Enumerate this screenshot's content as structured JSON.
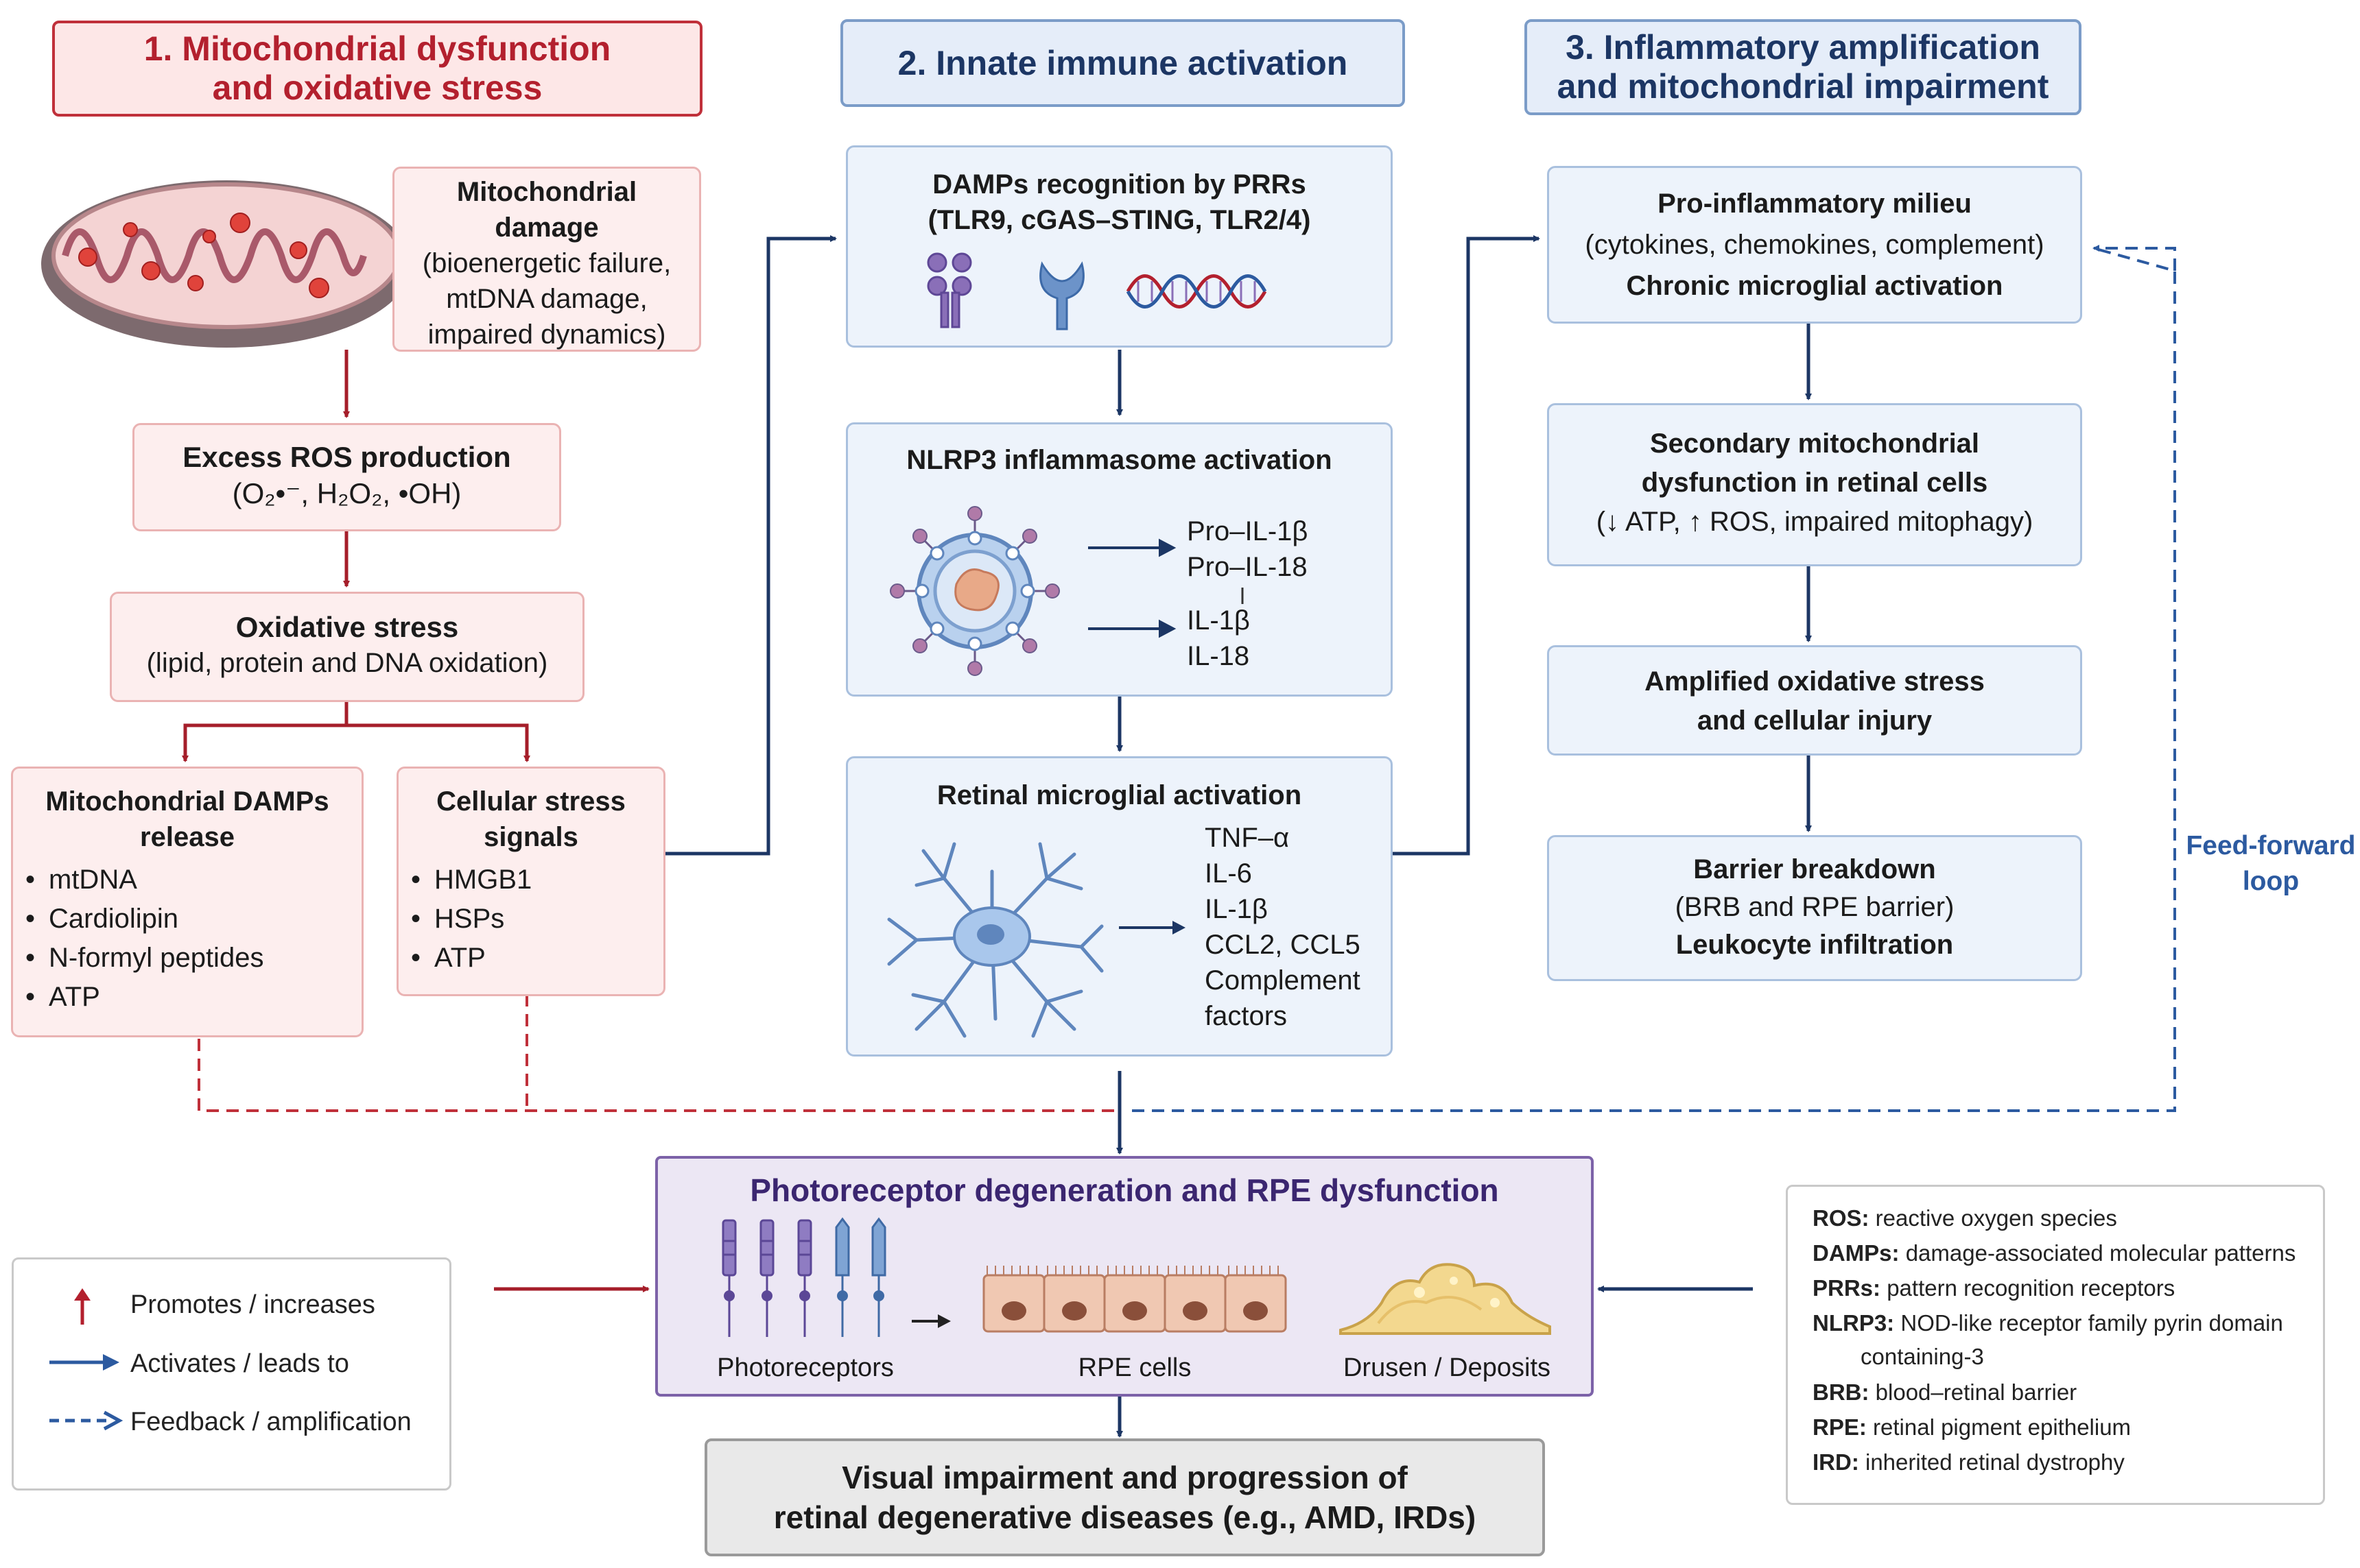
{
  "sections": {
    "s1": [
      "1. Mitochondrial dysfunction",
      "and oxidative stress"
    ],
    "s2": "2. Innate immune activation",
    "s3": [
      "3. Inflammatory amplification",
      "and mitochondrial impairment"
    ]
  },
  "col1": {
    "mito_damage": {
      "title": [
        "Mitochondrial",
        "damage"
      ],
      "detail": [
        "(bioenergetic failure,",
        "mtDNA damage,",
        "impaired dynamics)"
      ]
    },
    "ros": {
      "title": "Excess ROS production",
      "formula": "(O₂•⁻, H₂O₂, •OH)"
    },
    "oxidative": {
      "title": "Oxidative stress",
      "detail": "(lipid, protein and DNA oxidation)"
    },
    "damps": {
      "title": [
        "Mitochondrial DAMPs",
        "release"
      ],
      "items": [
        "mtDNA",
        "Cardiolipin",
        "N-formyl peptides",
        "ATP"
      ]
    },
    "signals": {
      "title": [
        "Cellular stress",
        "signals"
      ],
      "items": [
        "HMGB1",
        "HSPs",
        "ATP"
      ]
    }
  },
  "col2": {
    "prr": {
      "title": [
        "DAMPs recognition by PRRs",
        "(TLR9, cGAS–STING, TLR2/4)"
      ]
    },
    "nlrp3": {
      "title": "NLRP3 inflammasome activation",
      "pro": [
        "Pro–IL-1β",
        "Pro–IL-18"
      ],
      "mature": [
        "IL-1β",
        "IL-18"
      ]
    },
    "microglia": {
      "title": "Retinal microglial activation",
      "outputs": [
        "TNF–α",
        "IL-6",
        "IL-1β",
        "CCL2, CCL5",
        "Complement",
        "factors"
      ]
    }
  },
  "col3": {
    "milieu": {
      "title": "Pro-inflammatory milieu",
      "detail": "(cytokines, chemokines, complement)",
      "sub": "Chronic microglial activation"
    },
    "secondary": {
      "title": [
        "Secondary mitochondrial",
        "dysfunction in retinal cells"
      ],
      "detail": "(↓ ATP, ↑ ROS, impaired mitophagy)"
    },
    "amplified": {
      "title": [
        "Amplified oxidative stress",
        "and cellular injury"
      ]
    },
    "barrier": {
      "title": "Barrier breakdown",
      "detail": "(BRB and RPE barrier)",
      "sub": "Leukocyte infiltration"
    },
    "feedforward": [
      "Feed-forward",
      "loop"
    ]
  },
  "outcome": {
    "title": "Photoreceptor degeneration and RPE dysfunction",
    "labels": [
      "Photoreceptors",
      "RPE cells",
      "Drusen / Deposits"
    ]
  },
  "final": [
    "Visual impairment and progression of",
    "retinal degenerative diseases (e.g., AMD, IRDs)"
  ],
  "legend": {
    "items": [
      {
        "icon": "up-arrow-icon",
        "label": "Promotes / increases",
        "color": "#b3202e"
      },
      {
        "icon": "right-arrow-icon",
        "label": "Activates / leads to",
        "color": "#2c5aa0"
      },
      {
        "icon": "dashed-arrow-icon",
        "label": "Feedback / amplification",
        "color": "#2c5aa0"
      }
    ]
  },
  "abbreviations": [
    {
      "abbr": "ROS:",
      "def": "reactive oxygen species"
    },
    {
      "abbr": "DAMPs:",
      "def": "damage-associated molecular patterns"
    },
    {
      "abbr": "PRRs:",
      "def": "pattern recognition receptors"
    },
    {
      "abbr": "NLRP3:",
      "def": "NOD-like receptor family pyrin domain"
    },
    {
      "abbr": "",
      "def": "containing-3"
    },
    {
      "abbr": "BRB:",
      "def": "blood–retinal barrier"
    },
    {
      "abbr": "RPE:",
      "def": "retinal pigment epithelium"
    },
    {
      "abbr": "IRD:",
      "def": "inherited retinal dystrophy"
    }
  ],
  "colors": {
    "red": "#b3202e",
    "navy": "#1c3664",
    "blue_dashed": "#2c5aa0",
    "purple": "#6a4a9c"
  }
}
